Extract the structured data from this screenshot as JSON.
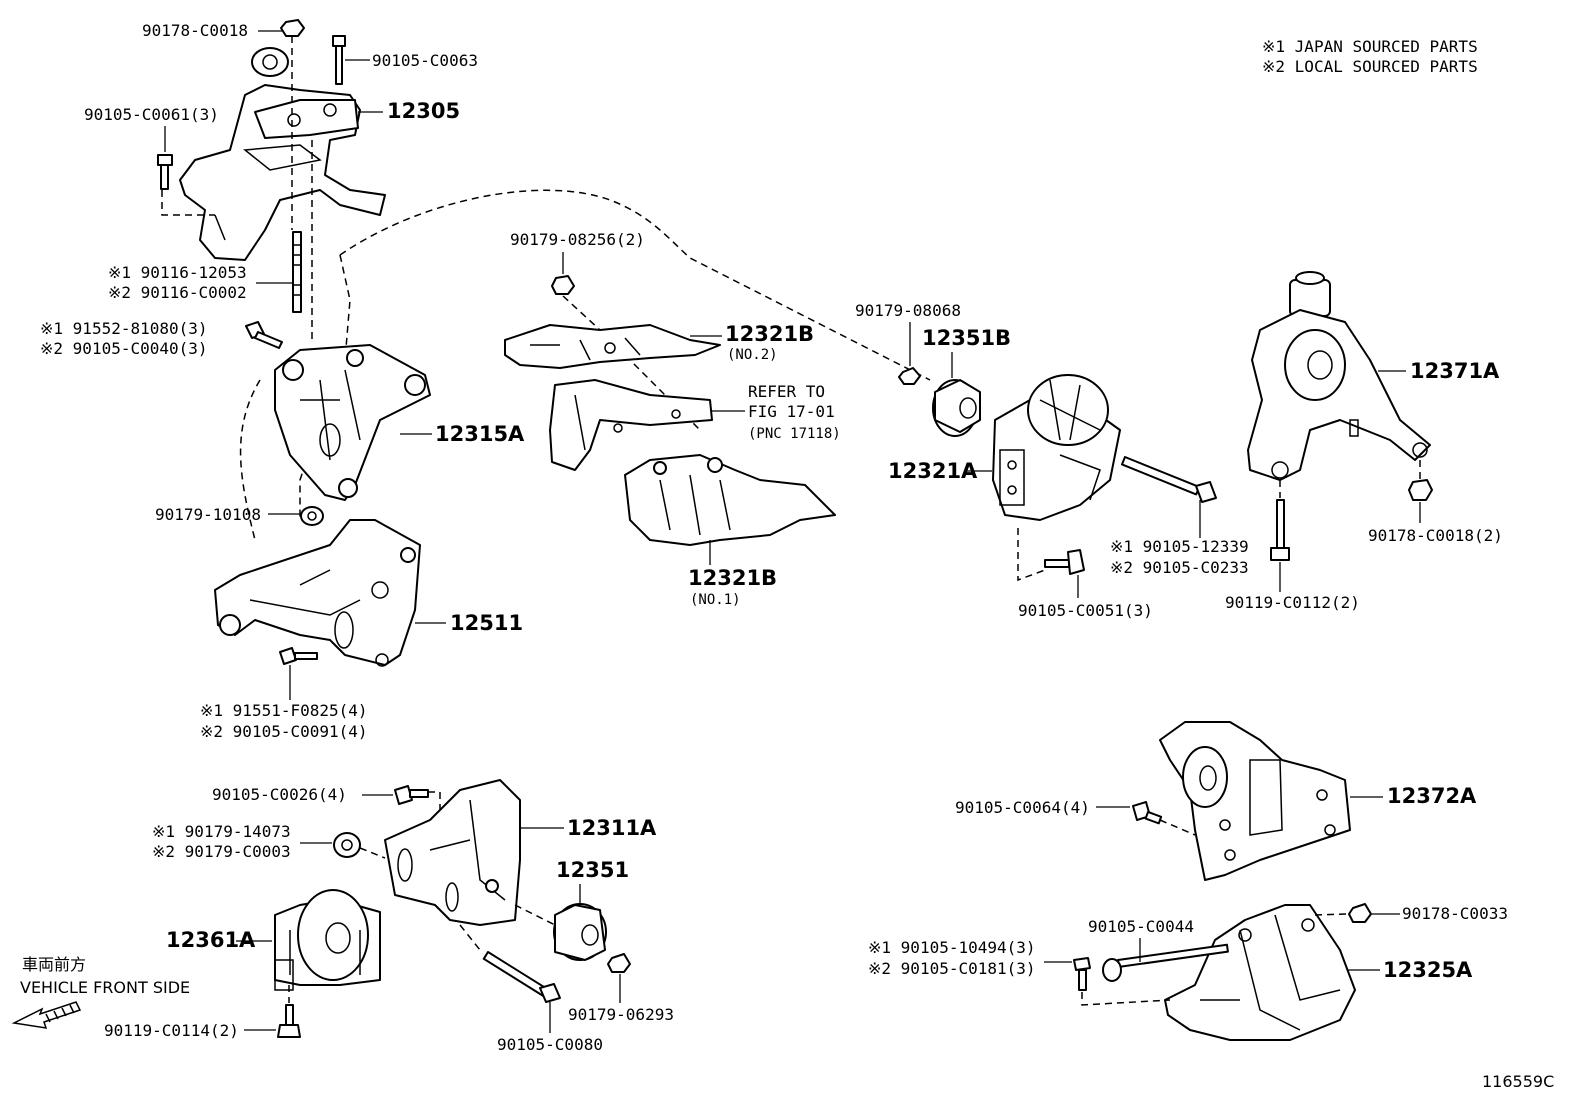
{
  "notes": [
    "※1 JAPAN SOURCED PARTS",
    "※2 LOCAL SOURCED PARTS"
  ],
  "front_side": {
    "japanese": "車両前方",
    "english": "VEHICLE FRONT SIDE"
  },
  "figure_id": "116559C",
  "labels": {
    "p90178_C0018_top": "90178-C0018",
    "p90105_C0063": "90105-C0063",
    "p90105_C0061": "90105-C0061(3)",
    "p12305": "12305",
    "p90116_12053": "※1 90116-12053",
    "p90116_C0002": "※2 90116-C0002",
    "p91552_81080": "※1  91552-81080(3)",
    "p90105_C0040": "※2  90105-C0040(3)",
    "p12315A": "12315A",
    "p90179_10108": "90179-10108",
    "p12511": "12511",
    "p91551_F0825": "※1  91551-F0825(4)",
    "p90105_C0091": "※2  90105-C0091(4)",
    "p90179_08256": "90179-08256(2)",
    "p12321B_no2": "12321B",
    "no2": "(NO.2)",
    "refer1": "REFER TO",
    "refer2": "FIG 17-01",
    "refer3": "(PNC 17118)",
    "p12321B_no1": "12321B",
    "no1": "(NO.1)",
    "p90179_08068": "90179-08068",
    "p12351B": "12351B",
    "p12321A": "12321A",
    "p90105_12339": "※1 90105-12339",
    "p90105_C0233": "※2 90105-C0233",
    "p90105_C0051": "90105-C0051(3)",
    "p12371A": "12371A",
    "p90178_C0018_2": "90178-C0018(2)",
    "p90119_C0112": "90119-C0112(2)",
    "p90105_C0026": "90105-C0026(4)",
    "p12311A": "12311A",
    "p90179_14073": "※1 90179-14073",
    "p90179_C0003": "※2 90179-C0003",
    "p12351": "12351",
    "p12361A": "12361A",
    "p90179_06293": "90179-06293",
    "p90105_C0080": "90105-C0080",
    "p90119_C0114": "90119-C0114(2)",
    "p12372A": "12372A",
    "p90105_C0064": "90105-C0064(4)",
    "p90178_C0033": "90178-C0033",
    "p90105_C0044": "90105-C0044",
    "p90105_10494": "※1 90105-10494(3)",
    "p90105_C0181": "※2 90105-C0181(3)",
    "p12325A": "12325A"
  }
}
